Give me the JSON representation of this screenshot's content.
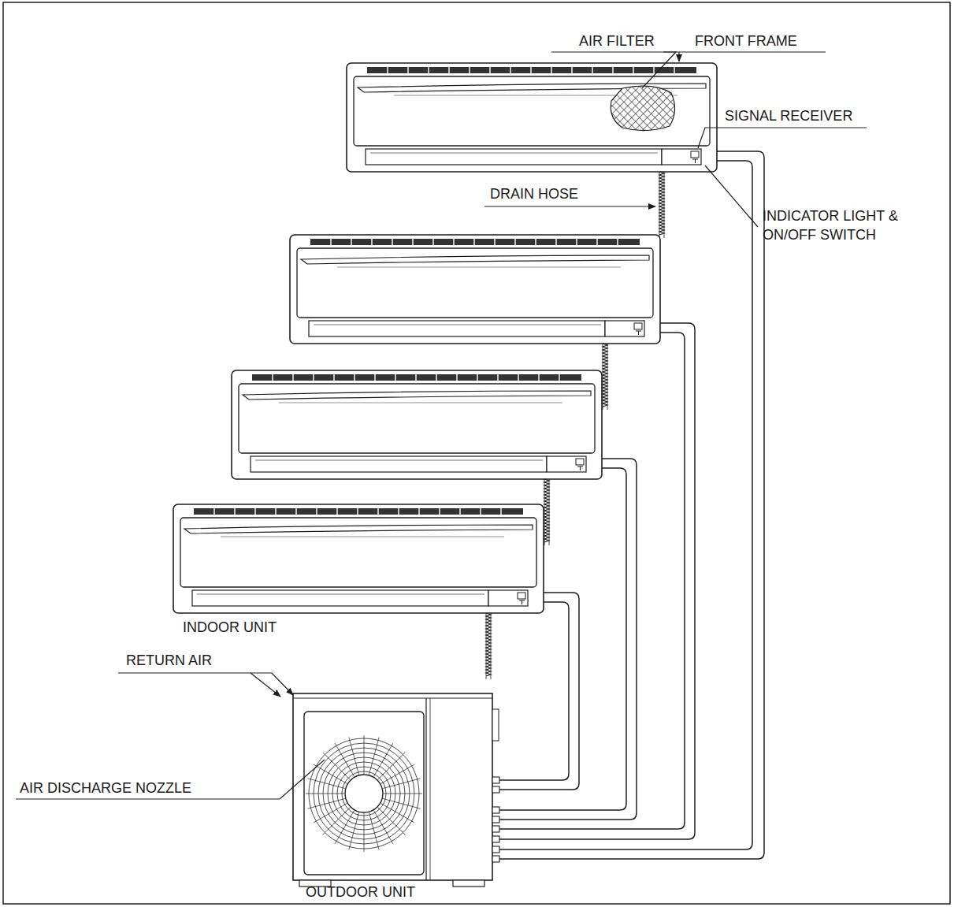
{
  "diagram": {
    "labels": [
      "AIR FILTER",
      "FRONT FRAME",
      "SIGNAL RECEIVER",
      "DRAIN HOSE",
      "INDICATOR LIGHT & ON/OFF SWITCH",
      "INDOOR UNIT",
      "RETURN AIR",
      "AIR DISCHARGE NOZZLE",
      "OUTDOOR UNIT"
    ]
  }
}
